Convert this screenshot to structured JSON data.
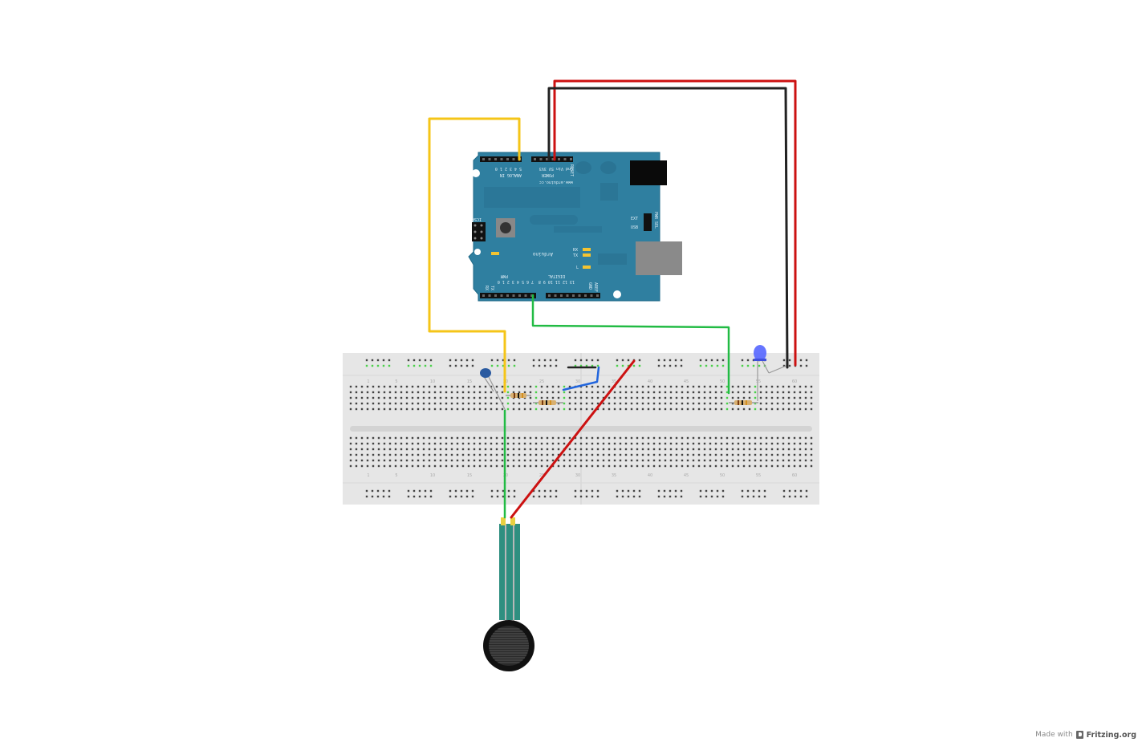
{
  "footer": {
    "made_with": "Made with",
    "brand": "Fritzing.org"
  },
  "arduino": {
    "brand": "Arduino",
    "url": "www.arduino.cc",
    "analog_in": "ANALOG IN",
    "analog_pins": "5 4 3 2 1 0",
    "power": "POWER",
    "power_pins": "Gnd Vin 5V 3V3",
    "reset": "RESET",
    "digital": "DIGITAL",
    "pwm": "PWM",
    "icsp": "ICSP",
    "aref": "AREF",
    "gnd": "GND",
    "digital_pins": "7 6 5 4 3 2 1 0",
    "digital_pins_hi": "13 12 11 10 9 8",
    "rx": "RX",
    "tx": "TX",
    "l": "L",
    "pwr_sel": "PWR SEL",
    "ext": "EXT",
    "usb": "USB"
  },
  "breadboard": {
    "column_numbers": [
      "1",
      "5",
      "10",
      "15",
      "20",
      "25",
      "30",
      "35",
      "40",
      "45",
      "50",
      "55",
      "60"
    ]
  },
  "colors": {
    "board_blue": "#2f7fa0",
    "breadboard": "#e6e6e6",
    "wire_yellow": "#f5c518",
    "wire_red": "#cc1111",
    "wire_black": "#222222",
    "wire_green": "#22bb44",
    "wire_blue": "#2266dd",
    "sensor_teal": "#2f8f80",
    "led_blue": "#5566ff"
  }
}
